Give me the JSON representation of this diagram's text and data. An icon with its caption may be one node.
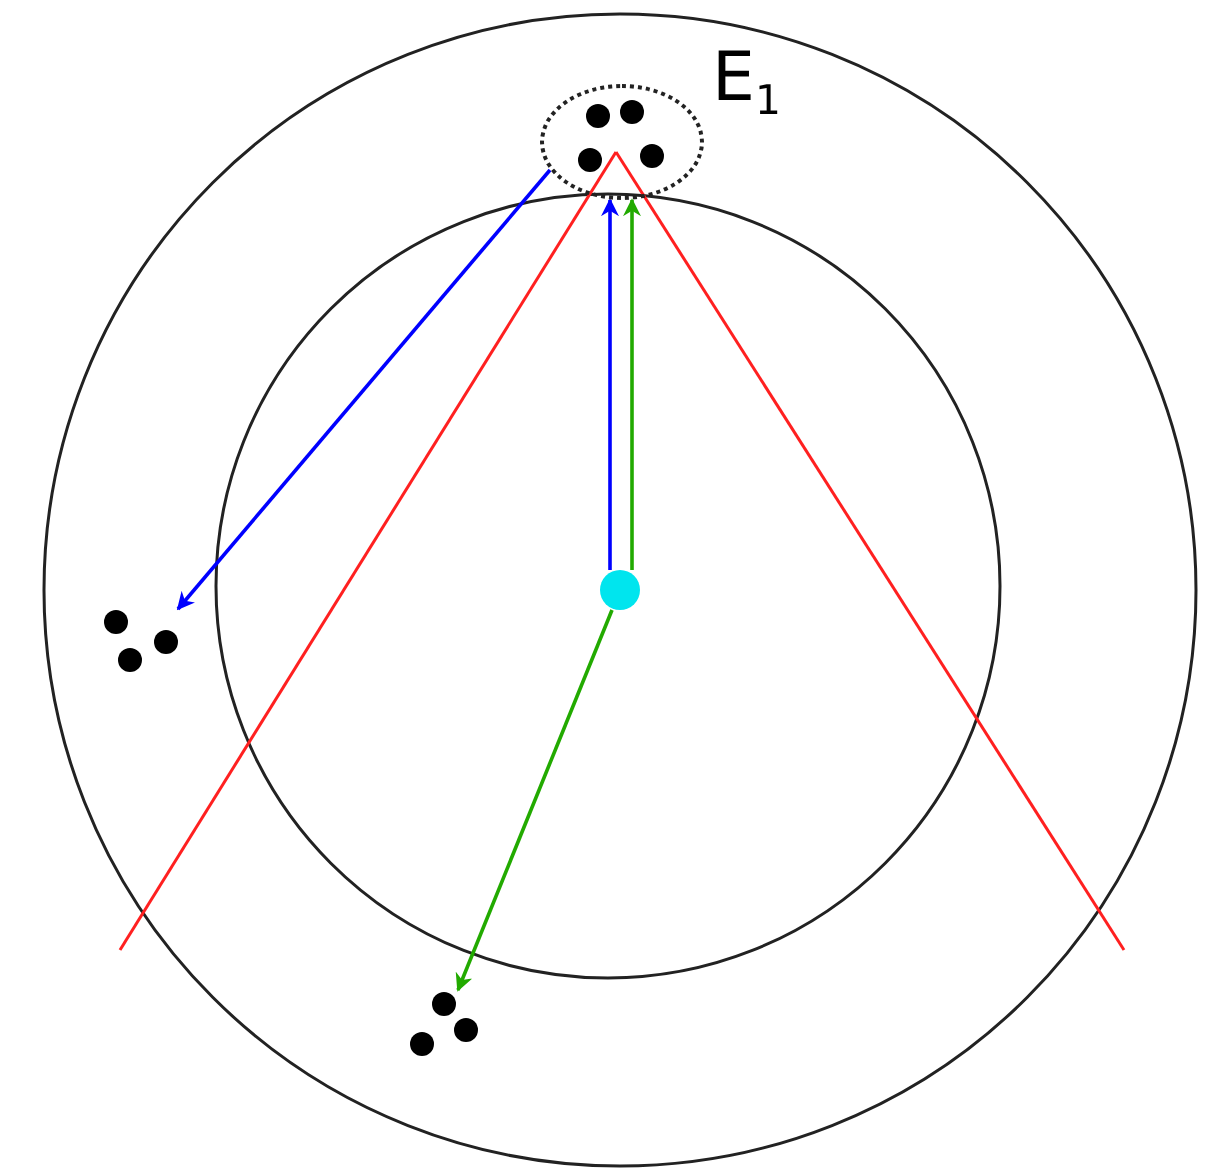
{
  "diagram": {
    "nodes": [
      {
        "text": [
          "E$_{1}$"
        ]
      },
      {
        "text": [],
        "shape": "circle"
      },
      {
        "text": [],
        "shape": "dots"
      },
      {
        "text": [],
        "shape": "dots"
      }
    ],
    "edges": [
      {
        "from": 1,
        "to": 0,
        "arrow": "to",
        "color": "#0000ff"
      },
      {
        "from": 1,
        "to": 0,
        "arrow": "to",
        "color": "#22aa00"
      },
      {
        "from": 0,
        "to": 2,
        "arrow": "to",
        "color": "#0000ff"
      },
      {
        "from": 1,
        "to": 3,
        "arrow": "to",
        "color": "#22aa00"
      }
    ]
  }
}
